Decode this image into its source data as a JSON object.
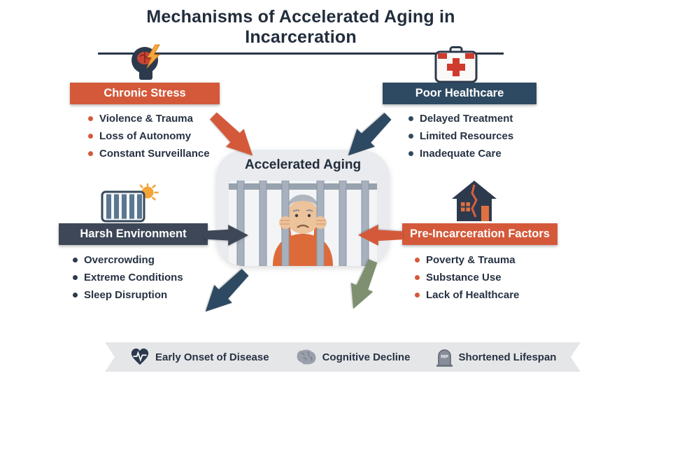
{
  "title": "Mechanisms of Accelerated Aging in Incarceration",
  "colors": {
    "orange": "#d4593a",
    "navy": "#2e4a62",
    "slate": "#3d4757",
    "olive": "#7e9070",
    "text": "#273243"
  },
  "center": {
    "label": "Accelerated Aging"
  },
  "quadrants": [
    {
      "id": "chronic-stress",
      "label": "Chronic Stress",
      "color": "#d4593a",
      "icon": "stressed-brain-icon",
      "bullets": [
        "Violence & Trauma",
        "Loss of Autonomy",
        "Constant Surveillance"
      ]
    },
    {
      "id": "poor-healthcare",
      "label": "Poor Healthcare",
      "color": "#2e4a62",
      "icon": "first-aid-kit-icon",
      "bullets": [
        "Delayed Treatment",
        "Limited Resources",
        "Inadequate Care"
      ]
    },
    {
      "id": "harsh-environment",
      "label": "Harsh Environment",
      "color": "#3d4757",
      "icon": "prison-building-sun-icon",
      "bullets": [
        "Overcrowding",
        "Extreme Conditions",
        "Sleep Disruption"
      ]
    },
    {
      "id": "pre-incarceration-factors",
      "label": "Pre-Incarceration Factors",
      "color": "#d4593a",
      "icon": "cracked-house-icon",
      "bullets": [
        "Poverty & Trauma",
        "Substance Use",
        "Lack of Healthcare"
      ]
    }
  ],
  "outcomes": [
    {
      "icon": "heart-pulse-icon",
      "label": "Early Onset of Disease"
    },
    {
      "icon": "brain-icon",
      "label": "Cognitive Decline"
    },
    {
      "icon": "tombstone-icon",
      "label": "Shortened Lifespan"
    }
  ],
  "tombstone_text": "RIP"
}
